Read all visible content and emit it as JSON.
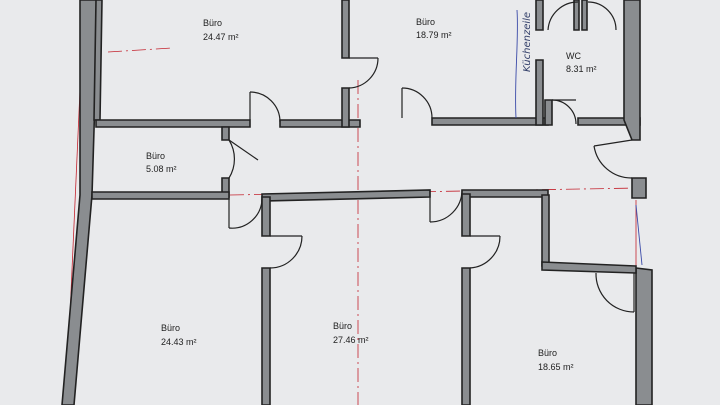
{
  "rooms": [
    {
      "id": "buero-1",
      "name": "Büro",
      "area": "24.47 m²"
    },
    {
      "id": "buero-2",
      "name": "Büro",
      "area": "18.79 m²"
    },
    {
      "id": "wc",
      "name": "WC",
      "area": "8.31 m²"
    },
    {
      "id": "buero-3",
      "name": "Büro",
      "area": "5.08 m²"
    },
    {
      "id": "buero-4",
      "name": "Büro",
      "area": "24.43 m²"
    },
    {
      "id": "buero-5",
      "name": "Büro",
      "area": "27.46 m²"
    },
    {
      "id": "buero-6",
      "name": "Büro",
      "area": "18.65 m²"
    }
  ],
  "annotation": {
    "handwritten": "Küchenzeile"
  },
  "colors": {
    "wall": "#8a8d90",
    "outline": "#222222",
    "axis": "#c4242f",
    "pen": "#3a4aa8",
    "paper": "#e9eaec"
  }
}
